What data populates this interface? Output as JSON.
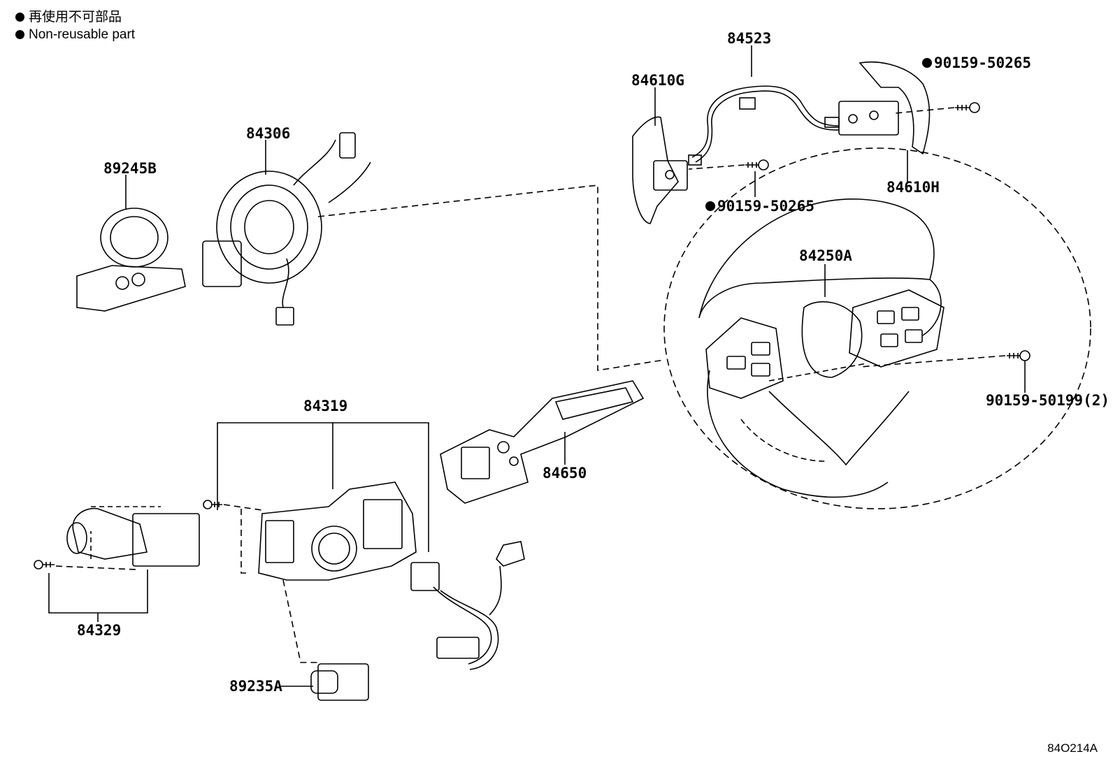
{
  "legend": {
    "line_jp": "再使用不可部品",
    "line_en": "Non-reusable part"
  },
  "parts": {
    "p84523": "84523",
    "p84610G": "84610G",
    "p90159_50265_a": "90159-50265",
    "p90159_50265_b": "90159-50265",
    "p84306": "84306",
    "p89245B": "89245B",
    "p84610H": "84610H",
    "p84250A": "84250A",
    "p90159_50199": "90159-50199(2)",
    "p84319": "84319",
    "p84650": "84650",
    "p84329": "84329",
    "p89235A": "89235A"
  },
  "figure_code": "84O214A"
}
